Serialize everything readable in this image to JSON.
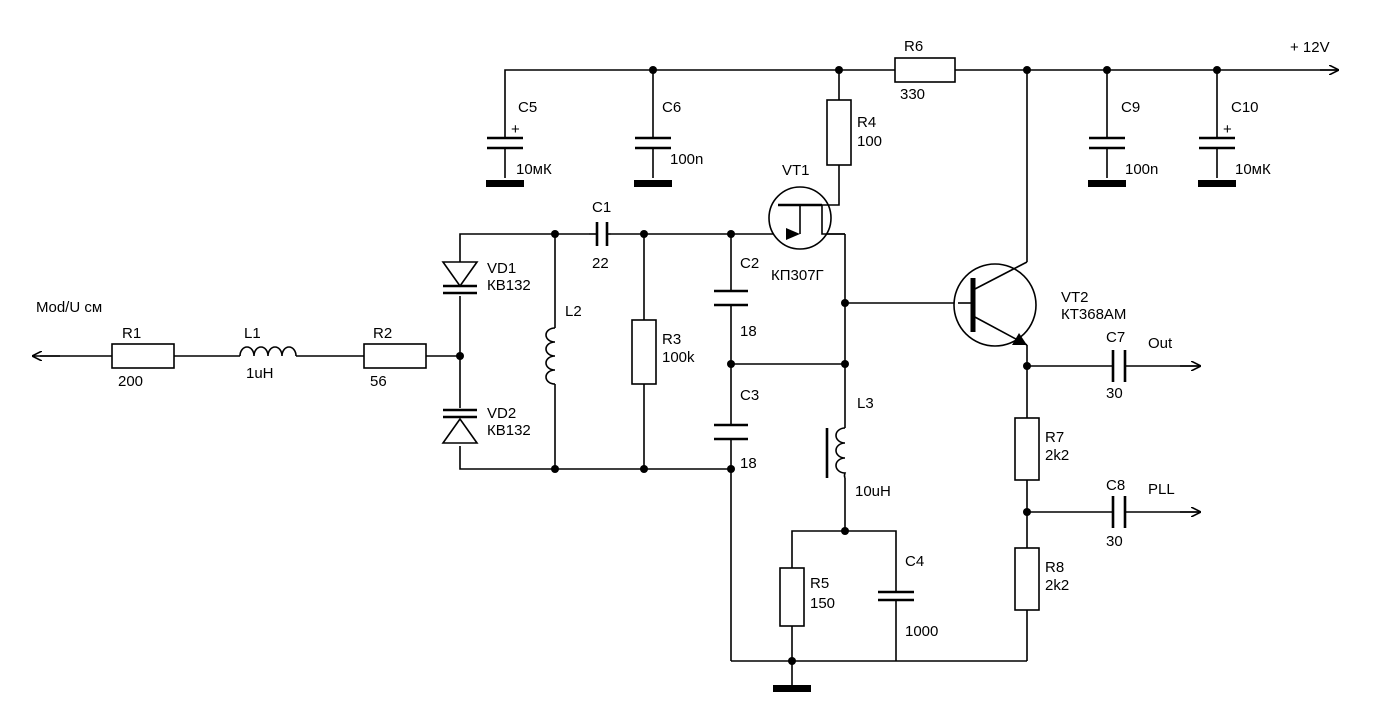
{
  "supply": {
    "label": "+ 12V"
  },
  "input": {
    "label": "Mod/U см"
  },
  "outputs": {
    "out": "Out",
    "pll": "PLL"
  },
  "components": {
    "R1": {
      "ref": "R1",
      "value": "200"
    },
    "L1": {
      "ref": "L1",
      "value": "1uH"
    },
    "R2": {
      "ref": "R2",
      "value": "56"
    },
    "VD1": {
      "ref": "VD1",
      "value": "КВ132"
    },
    "VD2": {
      "ref": "VD2",
      "value": "КВ132"
    },
    "L2": {
      "ref": "L2",
      "value": ""
    },
    "C1": {
      "ref": "C1",
      "value": "22"
    },
    "R3": {
      "ref": "R3",
      "value": "100k"
    },
    "C2": {
      "ref": "C2",
      "value": "18"
    },
    "C3": {
      "ref": "C3",
      "value": "18"
    },
    "L3": {
      "ref": "L3",
      "value": "10uH"
    },
    "R5": {
      "ref": "R5",
      "value": "150"
    },
    "C4": {
      "ref": "C4",
      "value": "1000"
    },
    "VT1": {
      "ref": "VT1",
      "value": "КП307Г"
    },
    "R4": {
      "ref": "R4",
      "value": "100"
    },
    "R6": {
      "ref": "R6",
      "value": "330"
    },
    "C5": {
      "ref": "C5",
      "value": "10мК"
    },
    "C6": {
      "ref": "C6",
      "value": "100n"
    },
    "C9": {
      "ref": "C9",
      "value": "100n"
    },
    "C10": {
      "ref": "C10",
      "value": "10мК"
    },
    "VT2": {
      "ref": "VT2",
      "value": "КТ368АМ"
    },
    "C7": {
      "ref": "C7",
      "value": "30"
    },
    "R7": {
      "ref": "R7",
      "value": "2k2"
    },
    "C8": {
      "ref": "C8",
      "value": "30"
    },
    "R8": {
      "ref": "R8",
      "value": "2k2"
    }
  },
  "polarity_mark": "+"
}
